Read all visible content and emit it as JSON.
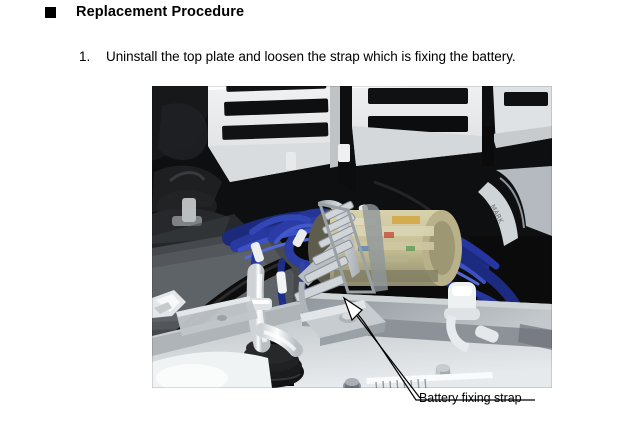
{
  "document": {
    "heading": {
      "bullet": "square-bullet",
      "title": "Replacement Procedure"
    },
    "steps": [
      {
        "number": "1.",
        "text": "Uninstall the top plate and loosen the strap which is fixing the battery."
      }
    ],
    "figure": {
      "alt": "photo-of-battery-compartment",
      "callout": {
        "label": "Battery fixing strap",
        "arrow": "leader-arrow-up-left"
      }
    }
  },
  "colors": {
    "text": "#000000",
    "page_background": "#ffffff",
    "photo_dark": "#0a0a0a",
    "photo_panel": "#e9eaec",
    "wire_blue": "#2a3fb0",
    "wire_blue_light": "#4f63d6",
    "battery_body": "#cfc9a8",
    "chassis_grey": "#9aa0a4",
    "chassis_light": "#c9ced2",
    "black_plastic": "#141414",
    "white_sleeve": "#f2f3f5"
  }
}
